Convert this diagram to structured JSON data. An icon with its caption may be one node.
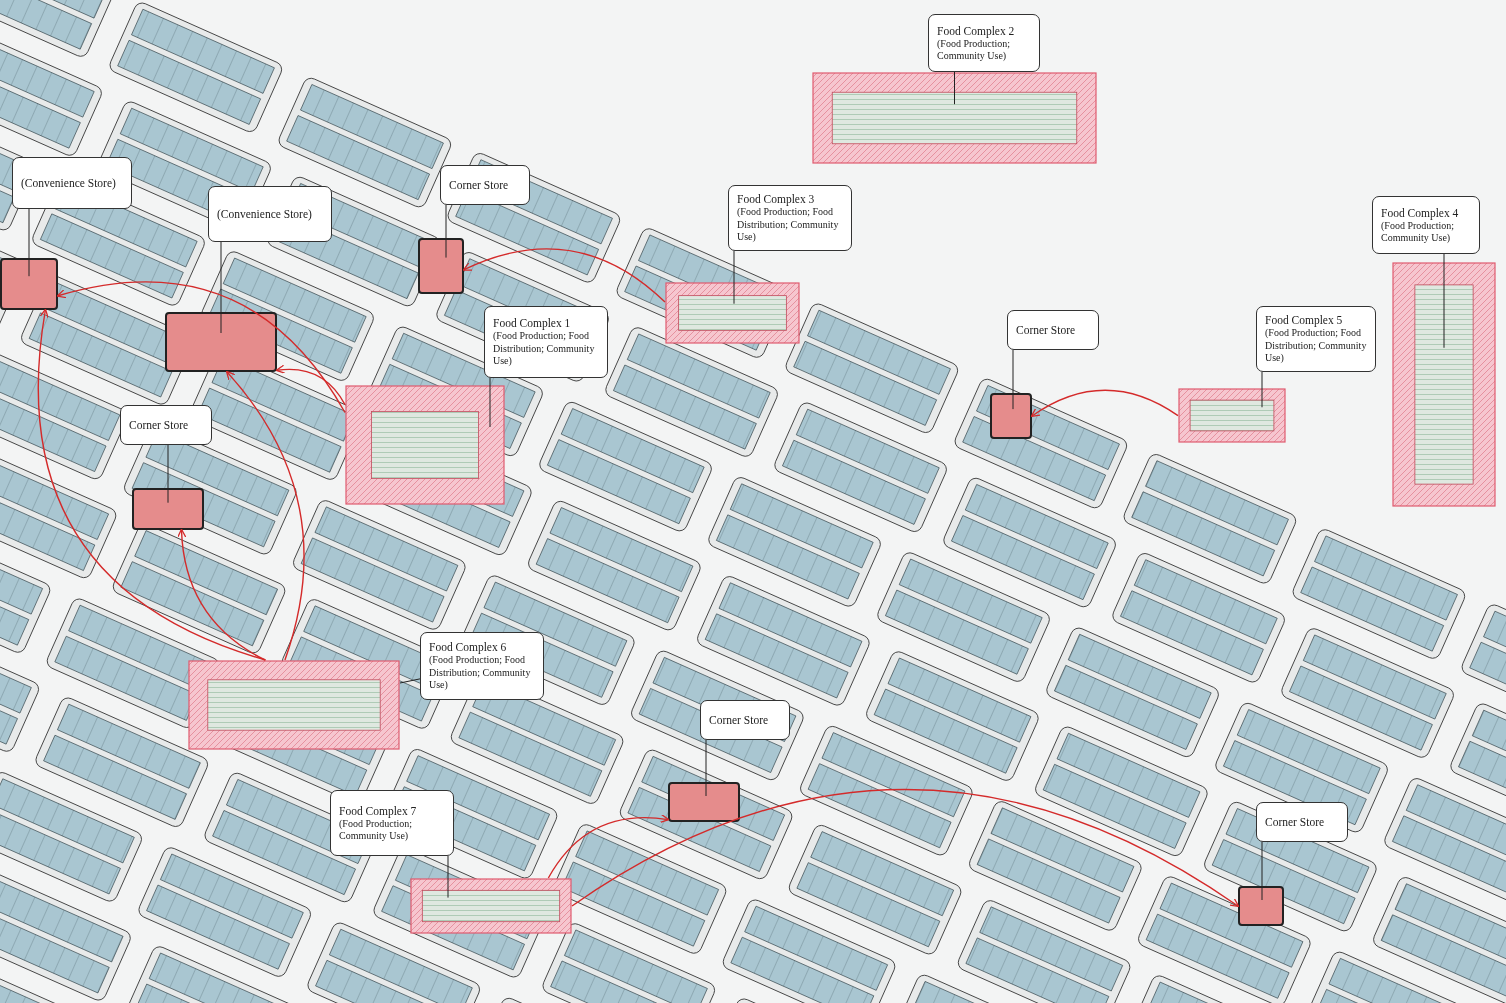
{
  "diagram": {
    "nodes": [
      {
        "text": [
          "(Convenience Store)"
        ]
      },
      {
        "text": [],
        "shape": "building"
      },
      {
        "text": [
          "(Convenience Store)"
        ]
      },
      {
        "text": [],
        "shape": "building"
      },
      {
        "text": [
          "Corner Store"
        ]
      },
      {
        "text": [],
        "shape": "building"
      },
      {
        "text": [
          "Food Complex 1",
          "(Food Production; Food Distribution; Community Use)"
        ]
      },
      {
        "text": [],
        "shape": "site"
      },
      {
        "text": [
          "Food Complex 2",
          "(Food Production; Community Use)"
        ]
      },
      {
        "text": [],
        "shape": "site"
      },
      {
        "text": [
          "Food Complex 3",
          "(Food Production; Food Distribution; Community Use)"
        ]
      },
      {
        "text": [],
        "shape": "site"
      },
      {
        "text": [
          "Corner Store"
        ]
      },
      {
        "text": [],
        "shape": "building"
      },
      {
        "text": [
          "Food Complex 4",
          "(Food Production; Community Use)"
        ]
      },
      {
        "text": [],
        "shape": "site"
      },
      {
        "text": [
          "Food Complex 5",
          "(Food Production; Food Distribution; Community Use)"
        ]
      },
      {
        "text": [],
        "shape": "site"
      },
      {
        "text": [
          "Corner Store"
        ]
      },
      {
        "text": [],
        "shape": "building"
      },
      {
        "text": [
          "Food Complex 6",
          "(Food Production; Food Distribution; Community Use)"
        ]
      },
      {
        "text": [],
        "shape": "site"
      },
      {
        "text": [
          "Corner Store"
        ]
      },
      {
        "text": [],
        "shape": "building"
      },
      {
        "text": [
          "Food Complex 7",
          "(Food Production; Community Use)"
        ]
      },
      {
        "text": [],
        "shape": "site"
      },
      {
        "text": [
          "Corner Store"
        ]
      },
      {
        "text": [],
        "shape": "building"
      }
    ],
    "edges": [
      {
        "from": 0,
        "to": 1,
        "arrow": "none"
      },
      {
        "from": 2,
        "to": 3,
        "arrow": "none"
      },
      {
        "from": 4,
        "to": 5,
        "arrow": "none"
      },
      {
        "from": 6,
        "to": 7,
        "arrow": "none"
      },
      {
        "from": 8,
        "to": 9,
        "arrow": "none"
      },
      {
        "from": 10,
        "to": 11,
        "arrow": "none"
      },
      {
        "from": 12,
        "to": 13,
        "arrow": "none"
      },
      {
        "from": 14,
        "to": 15,
        "arrow": "none"
      },
      {
        "from": 16,
        "to": 17,
        "arrow": "none"
      },
      {
        "from": 18,
        "to": 19,
        "arrow": "none"
      },
      {
        "from": 20,
        "to": 21,
        "arrow": "none"
      },
      {
        "from": 22,
        "to": 23,
        "arrow": "none"
      },
      {
        "from": 24,
        "to": 25,
        "arrow": "none"
      },
      {
        "from": 26,
        "to": 27,
        "arrow": "none"
      },
      {
        "from": 11,
        "to": 5,
        "arrow": "to",
        "color": "#d42a2a"
      },
      {
        "from": 7,
        "to": 1,
        "arrow": "to",
        "color": "#d42a2a"
      },
      {
        "from": 21,
        "to": 1,
        "arrow": "to",
        "color": "#d42a2a"
      },
      {
        "from": 7,
        "to": 3,
        "arrow": "to",
        "color": "#d42a2a"
      },
      {
        "from": 21,
        "to": 3,
        "arrow": "to",
        "color": "#d42a2a"
      },
      {
        "from": 21,
        "to": 19,
        "arrow": "to",
        "color": "#d42a2a"
      },
      {
        "from": 17,
        "to": 13,
        "arrow": "to",
        "color": "#d42a2a"
      },
      {
        "from": 25,
        "to": 23,
        "arrow": "to",
        "color": "#d42a2a"
      },
      {
        "from": 25,
        "to": 27,
        "arrow": "to",
        "color": "#d42a2a"
      }
    ]
  }
}
